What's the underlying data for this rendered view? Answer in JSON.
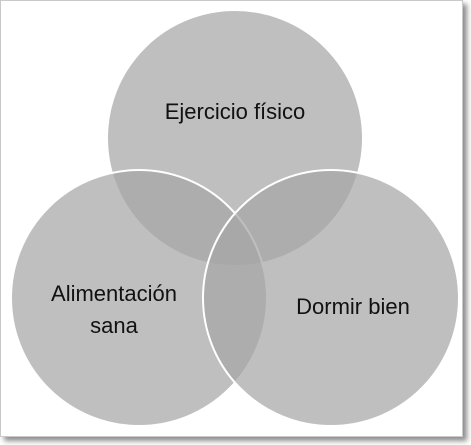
{
  "diagram": {
    "circles": [
      {
        "label": "Ejercicio físico"
      },
      {
        "label_lines": [
          "Alimentación",
          "sana"
        ]
      },
      {
        "label": "Dormir bien"
      }
    ],
    "colors": {
      "circle_fill": "#a6a6a6",
      "circle_stroke": "#ffffff",
      "text": "#111111"
    }
  }
}
